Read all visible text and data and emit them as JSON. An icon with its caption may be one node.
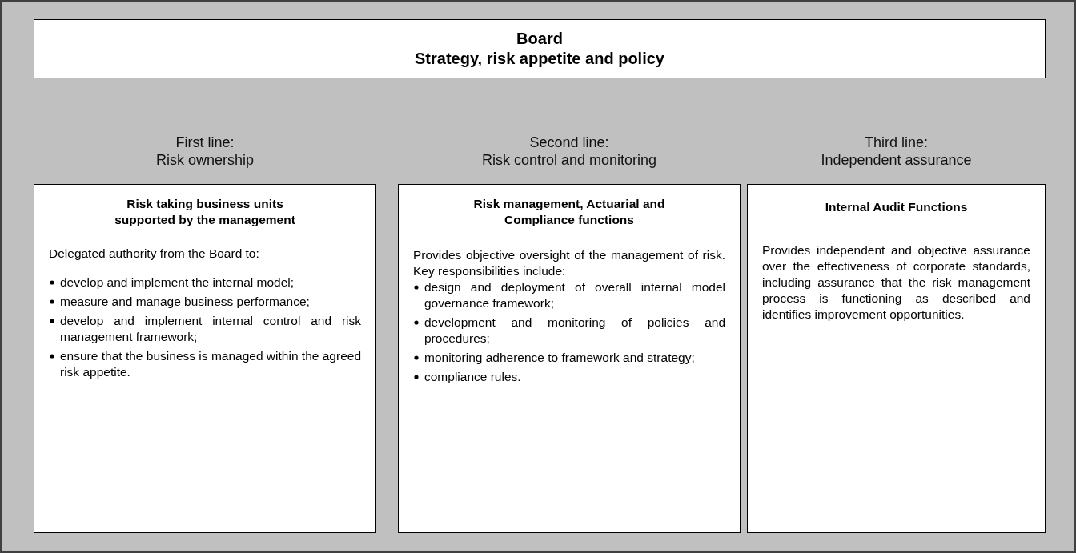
{
  "diagram": {
    "nodes": [
      {
        "text": [
          "Board",
          "Strategy, risk appetite and policy"
        ]
      },
      {
        "text": [
          "First line:",
          "Risk ownership",
          "Risk taking business units supported by the management",
          "Delegated authority from the Board to:",
          "develop and implement the internal model;",
          "measure and manage business performance;",
          "develop and implement internal control and risk management framework;",
          "ensure that the business is managed within the agreed risk appetite."
        ]
      },
      {
        "text": [
          "Second line:",
          "Risk control and monitoring",
          "Risk management, Actuarial and Compliance functions",
          "Provides objective oversight of the management of risk. Key responsibilities include:",
          "design and deployment of overall internal model governance framework;",
          "development and monitoring of policies and procedures;",
          "monitoring adherence to framework and strategy;",
          "compliance rules."
        ]
      },
      {
        "text": [
          "Third line:",
          "Independent assurance",
          "Internal Audit Functions",
          "Provides independent and objective assurance over the effectiveness of corporate standards, including assurance that the risk management process is functioning as described and identifies improvement opportunities."
        ]
      }
    ]
  }
}
